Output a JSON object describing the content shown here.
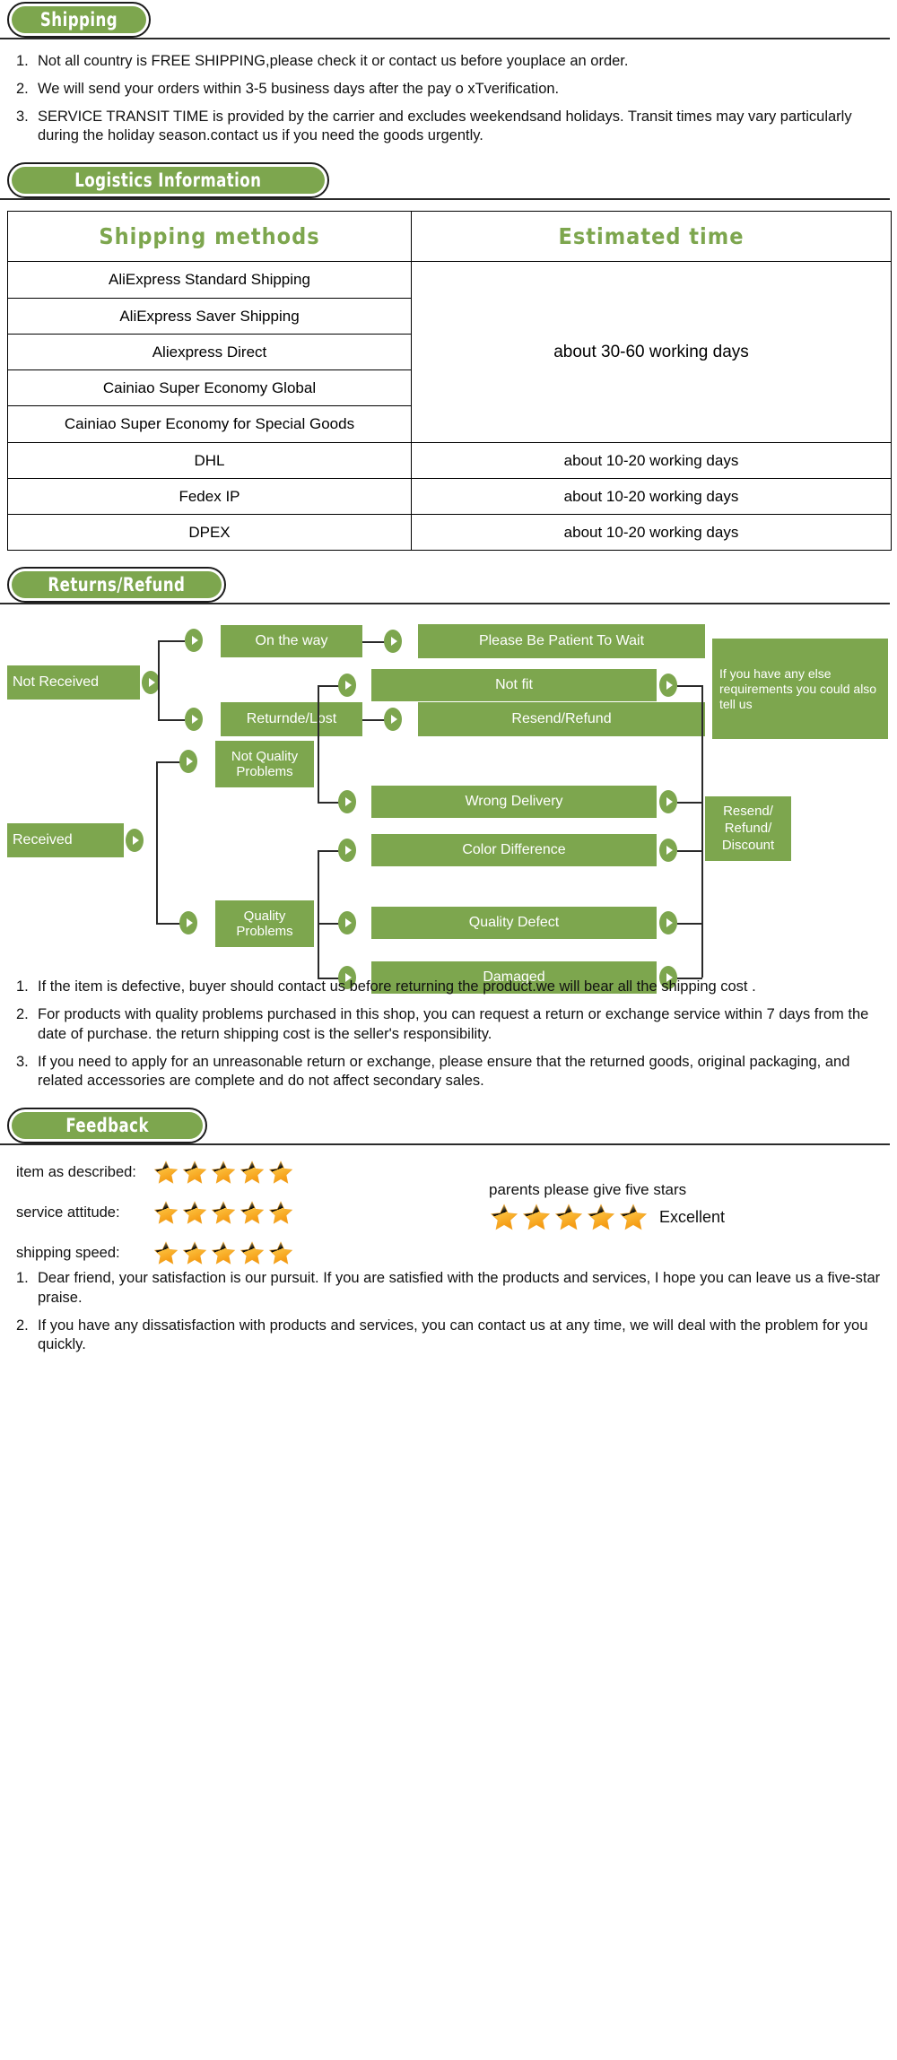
{
  "colors": {
    "green": "#7da64e",
    "star_gold": "#fbb040",
    "text": "#111111"
  },
  "shipping": {
    "banner": "Shipping",
    "items": [
      {
        "num": "1.",
        "text": "Not all country is FREE SHIPPING,please check it or contact us before youplace an order."
      },
      {
        "num": "2.",
        "text": "We will send your orders within 3-5 business days after the pay o xTverification."
      },
      {
        "num": "3.",
        "text": "SERVICE TRANSIT TIME is provided by the carrier and excludes weekendsand holidays. Transit times may vary particularly during the holiday season.contact us if you need the goods urgently."
      }
    ]
  },
  "logistics": {
    "banner": "Logistics  Information",
    "headers": [
      "Shipping  methods",
      "Estimated  time"
    ],
    "rows": [
      {
        "method": "AliExpress Standard Shipping",
        "time": ""
      },
      {
        "method": "AliExpress Saver Shipping",
        "time": ""
      },
      {
        "method": "Aliexpress Direct",
        "time": "about 30-60 working days"
      },
      {
        "method": "Cainiao Super Economy Global",
        "time": ""
      },
      {
        "method": "Cainiao Super Economy for Special Goods",
        "time": ""
      },
      {
        "method": "DHL",
        "time": "about 10-20 working days"
      },
      {
        "method": "Fedex IP",
        "time": "about 10-20 working days"
      },
      {
        "method": "DPEX",
        "time": "about 10-20 working days"
      }
    ],
    "merged_time": "about 30-60 working days"
  },
  "returns": {
    "banner": "Returns/Refund",
    "flow": {
      "not_received": "Not Received",
      "on_the_way": "On the way",
      "please_wait": "Please Be Patient To Wait",
      "returned_lost": "Returnde/Lost",
      "resend_refund": "Resend/Refund",
      "any_else": "If you have any else requirements you could also tell us",
      "received": "Received",
      "not_quality_problems": "Not Quality Problems",
      "quality_problems": "Quality Problems",
      "not_fit": "Not fit",
      "wrong_delivery": "Wrong Delivery",
      "color_difference": "Color Difference",
      "quality_defect": "Quality Defect",
      "damaged": "Damaged",
      "resend_refund_discount": "Resend/ Refund/ Discount"
    },
    "items": [
      {
        "num": "1.",
        "text": "If the item is defective, buyer should contact us before returning the product.we will bear all the shipping cost ."
      },
      {
        "num": "2.",
        "text": "For products with quality problems purchased in this shop, you can request a return or exchange service within 7 days from the date of purchase. the return shipping cost is the seller's responsibility."
      },
      {
        "num": "3.",
        "text": "If you need to apply for an unreasonable return or exchange, please ensure that the returned goods, original packaging, and related accessories are complete and do not affect secondary sales."
      }
    ]
  },
  "feedback": {
    "banner": "Feedback",
    "ratings": [
      {
        "label": "item as described:",
        "stars": 5
      },
      {
        "label": "service attitude:",
        "stars": 5
      },
      {
        "label": "shipping speed:",
        "stars": 5
      }
    ],
    "promo_title": "parents please give five stars",
    "promo_stars": 5,
    "promo_word": "Excellent",
    "items": [
      {
        "num": "1.",
        "text": "Dear friend, your satisfaction is our pursuit. If you are satisfied with the products and services, I hope you can leave us a five-star praise."
      },
      {
        "num": "2.",
        "text": "If you have any dissatisfaction with products and services, you can contact us at any time, we will deal with the problem for you quickly."
      }
    ]
  }
}
